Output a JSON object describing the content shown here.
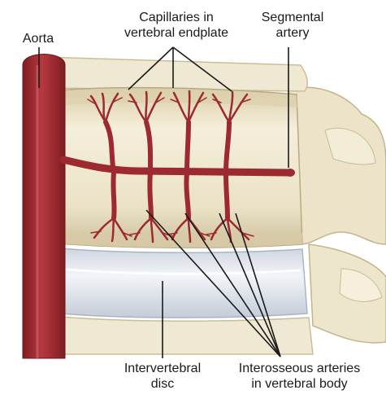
{
  "labels": {
    "aorta": "Aorta",
    "capillaries": [
      "Capillaries in",
      "vertebral endplate"
    ],
    "segmental": [
      "Segmental",
      "artery"
    ],
    "disc": [
      "Intervertebral",
      "disc"
    ],
    "interosseous": [
      "Interosseous arteries",
      "in vertebral body"
    ]
  },
  "colors": {
    "artery": "#9c2a30",
    "artery_highlight": "#c04a4e",
    "bone": "#eee7cf",
    "bone_shadow": "#c9bb96",
    "disc": "#e6ebf1",
    "disc_shadow": "#b9c3cf",
    "leader": "#1a1a1a"
  }
}
